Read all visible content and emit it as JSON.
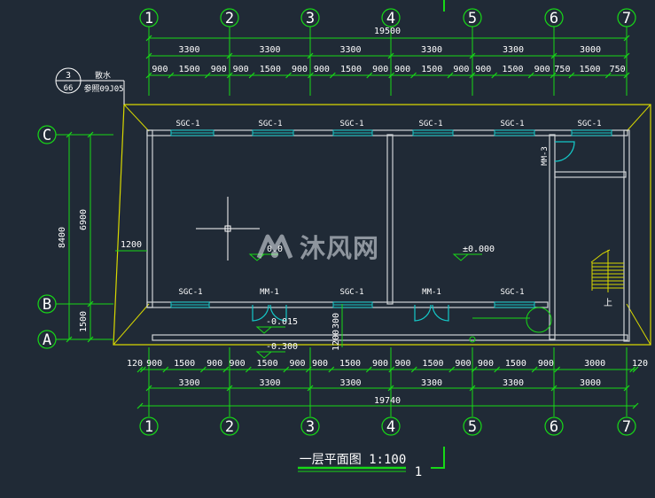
{
  "colors": {
    "background": "#202a36",
    "wall": "#cfd3d6",
    "dimension": "#17d817",
    "text": "#ffffff",
    "roof_edge": "#d8d800",
    "window": "#14c8c8",
    "door": "#14c8c8"
  },
  "grid_axes": {
    "vertical": [
      "1",
      "2",
      "3",
      "4",
      "5",
      "6",
      "7"
    ],
    "horizontal": [
      "C",
      "B",
      "A"
    ]
  },
  "dimensions": {
    "top_total": "19500",
    "top_bays": [
      "3300",
      "3300",
      "3300",
      "3300",
      "3300",
      "3000"
    ],
    "top_segments": [
      "900",
      "1500",
      "900",
      "900",
      "1500",
      "900",
      "900",
      "1500",
      "900",
      "900",
      "1500",
      "900",
      "900",
      "1500",
      "900",
      "750",
      "1500",
      "750"
    ],
    "bottom_segments": [
      "120",
      "900",
      "1500",
      "900",
      "900",
      "1500",
      "900",
      "900",
      "1500",
      "900",
      "900",
      "1500",
      "900",
      "900",
      "1500",
      "900",
      "3000",
      "120"
    ],
    "bottom_bays": [
      "3300",
      "3300",
      "3300",
      "3300",
      "3300",
      "3000"
    ],
    "bottom_total": "19740",
    "left_total": "8400",
    "left_outer": "6900",
    "left_lower": "1500",
    "left_offset": "1200",
    "wall_small": "300",
    "wall_small_2": "1200"
  },
  "labels": {
    "windows": [
      "SGC-1",
      "SGC-1",
      "SGC-1",
      "SGC-1",
      "SGC-1",
      "SGC-1",
      "SGC-1",
      "SGC-1",
      "SGC-1"
    ],
    "doors": [
      "MM-1",
      "MM-1",
      "MM-3"
    ],
    "elev_room": "±0.000",
    "elev_step": "-0.015",
    "elev_out": "-0.300",
    "elev_partial": "0.0",
    "stair_up": "上"
  },
  "detail_callout": {
    "top": "3",
    "bottom": "66",
    "label": "散水",
    "ref": "参照09J05"
  },
  "title": {
    "text": "一层平面图 1:100",
    "section_mark": "1"
  },
  "watermark": {
    "text": "沐风网"
  }
}
